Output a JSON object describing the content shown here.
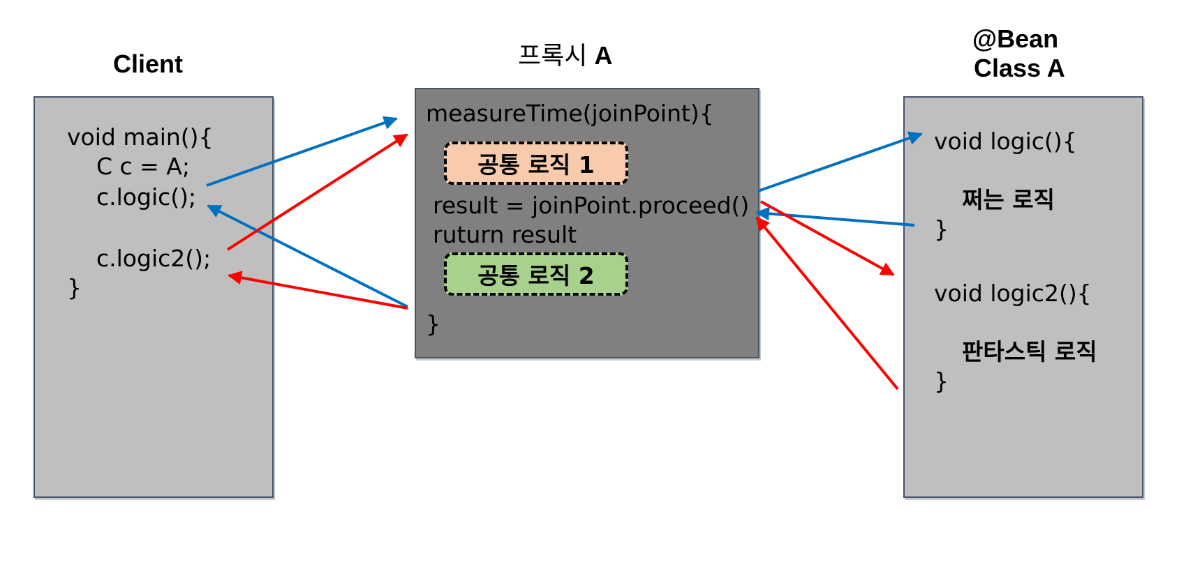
{
  "client": {
    "title": "Client",
    "lines": [
      "void main(){",
      "C c = A;",
      "c.logic();",
      "c.logic2();",
      "}"
    ]
  },
  "proxy": {
    "title_korean": "프록시",
    "title_letter": "A",
    "lines": [
      "measureTime(joinPoint){",
      "result = joinPoint.proceed()",
      "ruturn result",
      "}"
    ],
    "common_logic_1": "공통 로직 1",
    "common_logic_2": "공통 로직 2"
  },
  "bean": {
    "title_line1": "@Bean",
    "title_line2": "Class A",
    "lines": [
      "void logic(){",
      "쩌는 로직",
      "}",
      "void logic2(){",
      "판타스틱 로직",
      "}"
    ]
  },
  "colors": {
    "client_panel": "#bfbfbf",
    "proxy_panel": "#808080",
    "bean_panel": "#bfbfbf",
    "common_logic_1": "#f8cbad",
    "common_logic_2": "#a9d18e",
    "arrow_logic": "#0070c0",
    "arrow_logic2": "#ff0000"
  }
}
